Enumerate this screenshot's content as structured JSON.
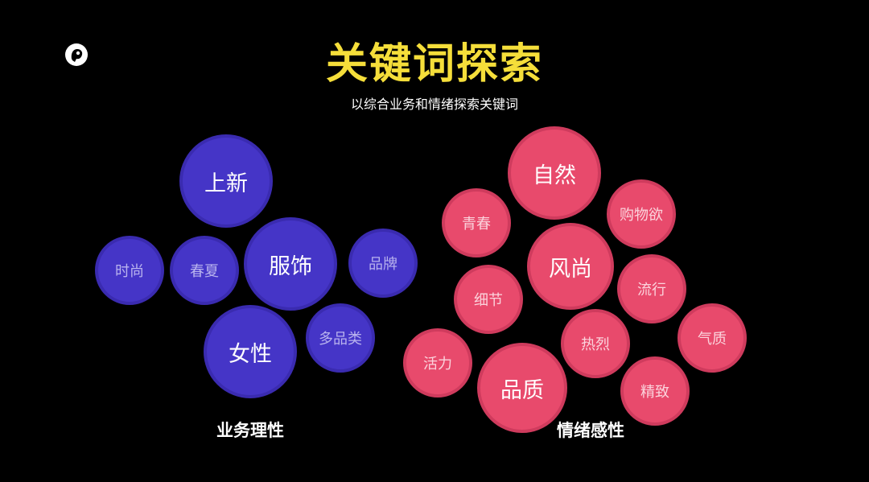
{
  "header": {
    "title": "关键词探索",
    "subtitle": "以综合业务和情绪探索关键词"
  },
  "colors": {
    "background": "#000000",
    "title": "#f5de3a",
    "business_bubble": "#4535c7",
    "emotion_bubble": "#e84a6c",
    "large_text": "#ffffff",
    "small_business_text": "#b9b3ee",
    "small_emotion_text": "#fbd3dc"
  },
  "groups": {
    "business": {
      "label": "业务理性",
      "keywords": [
        "上新",
        "服饰",
        "女性",
        "时尚",
        "春夏",
        "品牌",
        "多品类"
      ]
    },
    "emotion": {
      "label": "情绪感性",
      "keywords": [
        "自然",
        "风尚",
        "品质",
        "青春",
        "购物欲",
        "流行",
        "细节",
        "热烈",
        "气质",
        "活力",
        "精致"
      ]
    }
  }
}
